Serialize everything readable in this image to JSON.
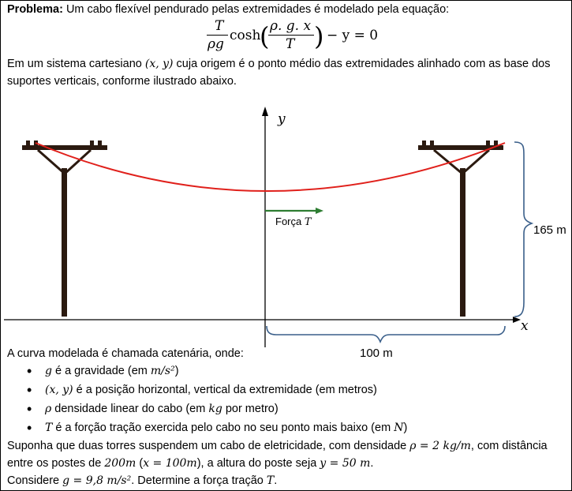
{
  "problem": {
    "label": "Problema:",
    "text": " Um cabo flexível pendurado pelas extremidades é modelado pela equação:"
  },
  "equation": {
    "num": "T",
    "den": "ρg",
    "func": "cosh",
    "arg_num": "ρ. g. x",
    "arg_den": "T",
    "rest": "− y = 0"
  },
  "intro": {
    "line1_a": "Em um sistema cartesiano ",
    "line1_m": "(x, y)",
    "line1_b": " cuja origem é o ponto médio das extremidades alinhado com as base dos",
    "line2": "suportes verticais, conforme ilustrado abaixo."
  },
  "figure": {
    "y_axis": "y",
    "x_axis": "x",
    "force_pre": "Força ",
    "force_var": "T",
    "height_label": "165 m",
    "width_label": "100 m",
    "colors": {
      "cable": "#e0201b",
      "arrow": "#2e7d32",
      "pole": "#2b1a10",
      "brace": "#3a5f8a"
    }
  },
  "definitions": {
    "intro": "A curva modelada é chamada catenária, onde:",
    "items": [
      {
        "var": "g",
        "pre": " é a gravidade (em ",
        "unit": "m/s²",
        "post": ")"
      },
      {
        "var": "(x, y)",
        "pre": " é a posição horizontal, vertical da extremidade (em metros)",
        "unit": "",
        "post": ""
      },
      {
        "var": "ρ",
        "pre": " densidade linear do cabo (em ",
        "unit": "kg",
        "post": " por metro)"
      },
      {
        "var": "T",
        "pre": " é a forção tração exercida pelo cabo no seu ponto mais baixo (em ",
        "unit": "N",
        "post": ")"
      }
    ]
  },
  "statement": {
    "l1_a": "Suponha que duas torres suspendem um cabo de eletricidade, com densidade ",
    "l1_m": "ρ = 2 kg/m",
    "l1_b": ", com distância",
    "l2_a": "entre os postes de ",
    "l2_m1": "200m",
    "l2_b": " (",
    "l2_m2": "x = 100m",
    "l2_c": "), a altura do poste seja ",
    "l2_m3": "y = 50 m",
    "l2_d": ".",
    "l3_a": "Considere ",
    "l3_m1": "g = 9,8 m/s²",
    "l3_b": ". Determine a força tração ",
    "l3_m2": "T",
    "l3_c": "."
  }
}
